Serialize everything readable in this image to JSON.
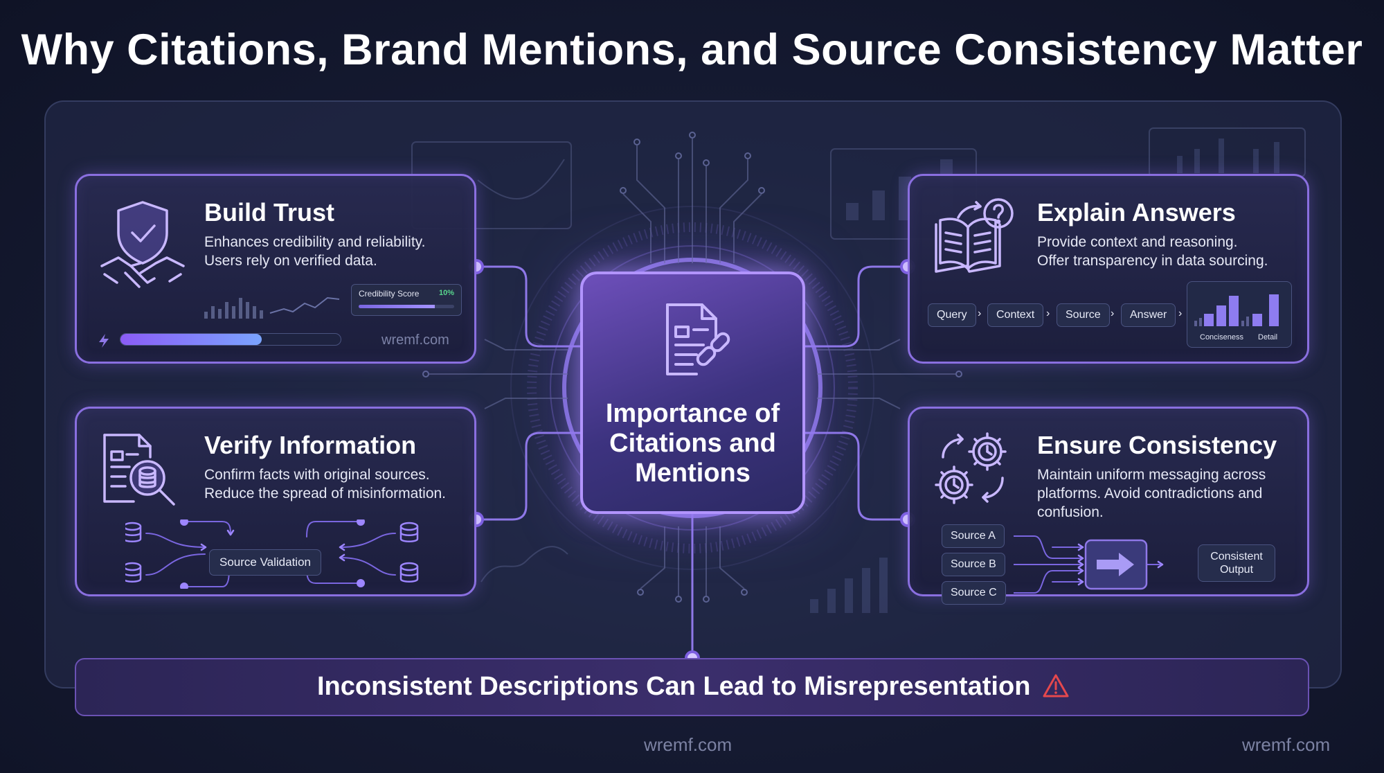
{
  "title": "Why Citations, Brand Mentions, and Source Consistency Matter",
  "center": {
    "title_lines": [
      "Importance of",
      "Citations and",
      "Mentions"
    ]
  },
  "cards": {
    "build_trust": {
      "title": "Build Trust",
      "desc_lines": [
        "Enhances credibility and reliability.",
        "Users rely on verified data."
      ],
      "score_label": "Credibility Score",
      "score_value": "10%",
      "score_fraction": 0.8,
      "progress_fraction": 0.64,
      "watermark": "wremf.com"
    },
    "explain_answers": {
      "title": "Explain Answers",
      "desc_lines": [
        "Provide context and reasoning.",
        "Offer transparency in data sourcing."
      ],
      "flow": [
        "Query",
        "Context",
        "Source",
        "Answer"
      ],
      "mini_chart_labels": [
        "Conciseness",
        "Detail"
      ]
    },
    "verify_information": {
      "title": "Verify Information",
      "desc_lines": [
        "Confirm facts with original sources.",
        "Reduce the spread of misinformation."
      ],
      "hub_label": "Source Validation"
    },
    "ensure_consistency": {
      "title": "Ensure Consistency",
      "desc_lines": [
        "Maintain uniform messaging across",
        "platforms. Avoid contradictions and",
        "confusion."
      ],
      "sources": [
        "Source A",
        "Source B",
        "Source C"
      ],
      "output_lines": [
        "Consistent",
        "Output"
      ]
    }
  },
  "banner": {
    "text": "Inconsistent Descriptions Can Lead to Misrepresentation"
  },
  "footer": {
    "watermark_center": "wremf.com",
    "watermark_right": "wremf.com"
  },
  "colors": {
    "accent": "#8a6fe0",
    "accent_light": "#b294ff",
    "node": "#c9b8ff",
    "warning": "#e5484d",
    "success": "#58d68d"
  }
}
